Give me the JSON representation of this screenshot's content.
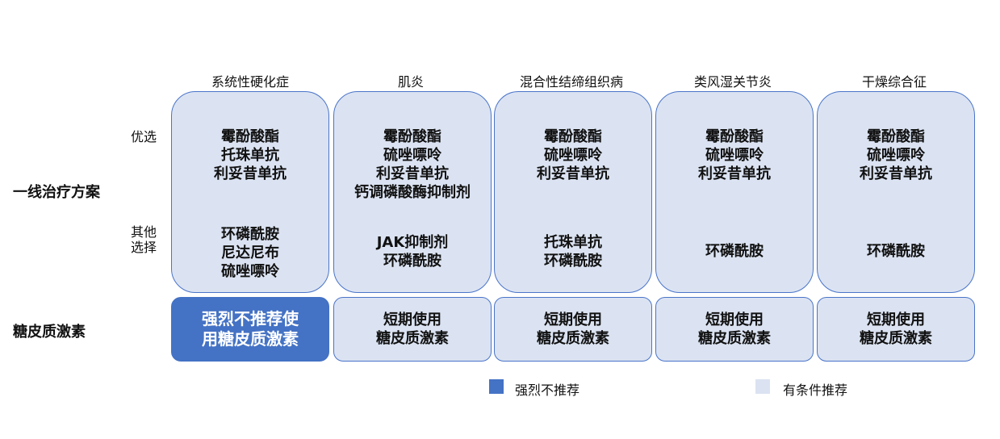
{
  "colors": {
    "strong": "#4472c4",
    "conditional": "#dbe3f2",
    "border": "#4a74c9"
  },
  "row_labels": {
    "first_line": "一线治疗方案",
    "glucocorticoid": "糖皮质激素"
  },
  "sub_labels": {
    "preferred": "优选",
    "other_1": "其他",
    "other_2": "选择"
  },
  "columns": [
    {
      "header": "系统性硬化症",
      "preferred": [
        "霉酚酸酯",
        "托珠单抗",
        "利妥昔单抗"
      ],
      "other": [
        "环磷酰胺",
        "尼达尼布",
        "硫唑嘌呤"
      ],
      "gluco": [
        "强烈不推荐使",
        "用糖皮质激素"
      ],
      "gluco_strength": "strong"
    },
    {
      "header": "肌炎",
      "preferred": [
        "霉酚酸酯",
        "硫唑嘌呤",
        "利妥昔单抗",
        "钙调磷酸酶抑制剂"
      ],
      "other": [
        "JAK抑制剂",
        "环磷酰胺"
      ],
      "gluco": [
        "短期使用",
        "糖皮质激素"
      ],
      "gluco_strength": "conditional"
    },
    {
      "header": "混合性结缔组织病",
      "preferred": [
        "霉酚酸酯",
        "硫唑嘌呤",
        "利妥昔单抗"
      ],
      "other": [
        "托珠单抗",
        "环磷酰胺"
      ],
      "gluco": [
        "短期使用",
        "糖皮质激素"
      ],
      "gluco_strength": "conditional"
    },
    {
      "header": "类风湿关节炎",
      "preferred": [
        "霉酚酸酯",
        "硫唑嘌呤",
        "利妥昔单抗"
      ],
      "other": [
        "环磷酰胺"
      ],
      "gluco": [
        "短期使用",
        "糖皮质激素"
      ],
      "gluco_strength": "conditional"
    },
    {
      "header": "干燥综合征",
      "preferred": [
        "霉酚酸酯",
        "硫唑嘌呤",
        "利妥昔单抗"
      ],
      "other": [
        "环磷酰胺"
      ],
      "gluco": [
        "短期使用",
        "糖皮质激素"
      ],
      "gluco_strength": "conditional"
    }
  ],
  "legend": {
    "strong": "强烈不推荐",
    "conditional": "有条件推荐"
  }
}
